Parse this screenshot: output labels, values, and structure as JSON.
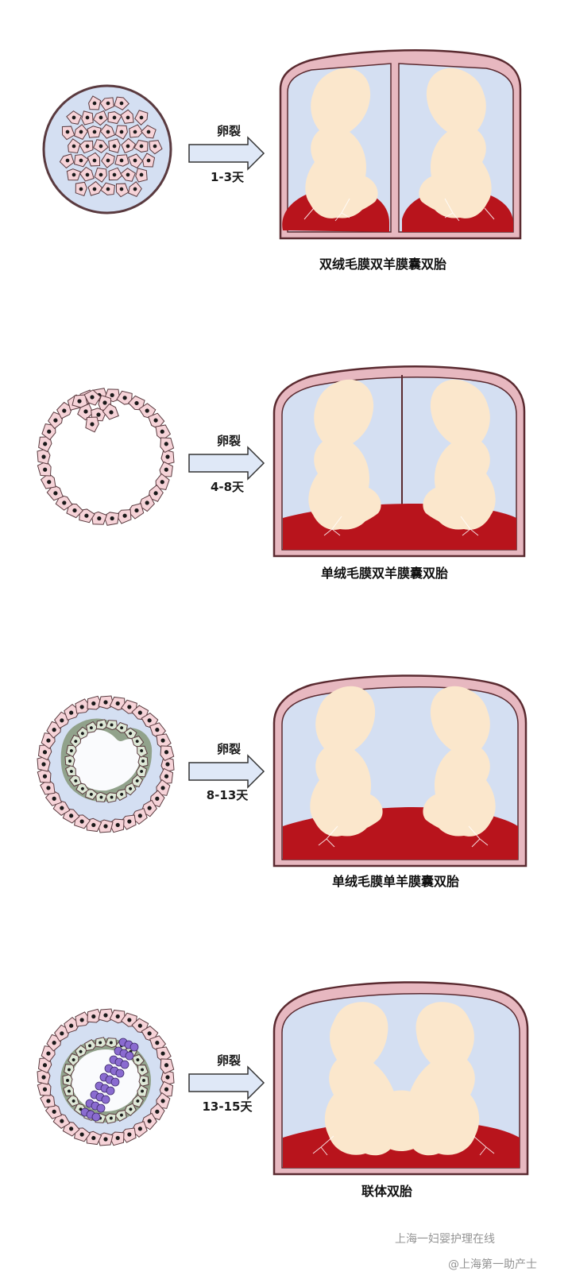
{
  "stages": [
    {
      "arrow_top": "卵裂",
      "arrow_bottom": "1-3天",
      "caption": "双绒毛膜双羊膜囊双胎"
    },
    {
      "arrow_top": "卵裂",
      "arrow_bottom": "4-8天",
      "caption": "单绒毛膜双羊膜囊双胎"
    },
    {
      "arrow_top": "卵裂",
      "arrow_bottom": "8-13天",
      "caption": "单绒毛膜单羊膜囊双胎"
    },
    {
      "arrow_top": "卵裂",
      "arrow_bottom": "13-15天",
      "caption": "联体双胎"
    }
  ],
  "watermark": {
    "line1": "上海一妇婴护理在线",
    "line2": "@上海第一助产士"
  },
  "colors": {
    "placenta": "#b8141c",
    "sac_fill": "#d4dff2",
    "membrane": "#e7b8c0",
    "membrane_stroke": "#6b3a40",
    "fetus": "#fbe7cc",
    "cell": "#f6d3d8",
    "inner_cell": "#dde8d6",
    "embryo_disc": "#8a6bd0",
    "arrow_fill": "#dfe8f7"
  }
}
